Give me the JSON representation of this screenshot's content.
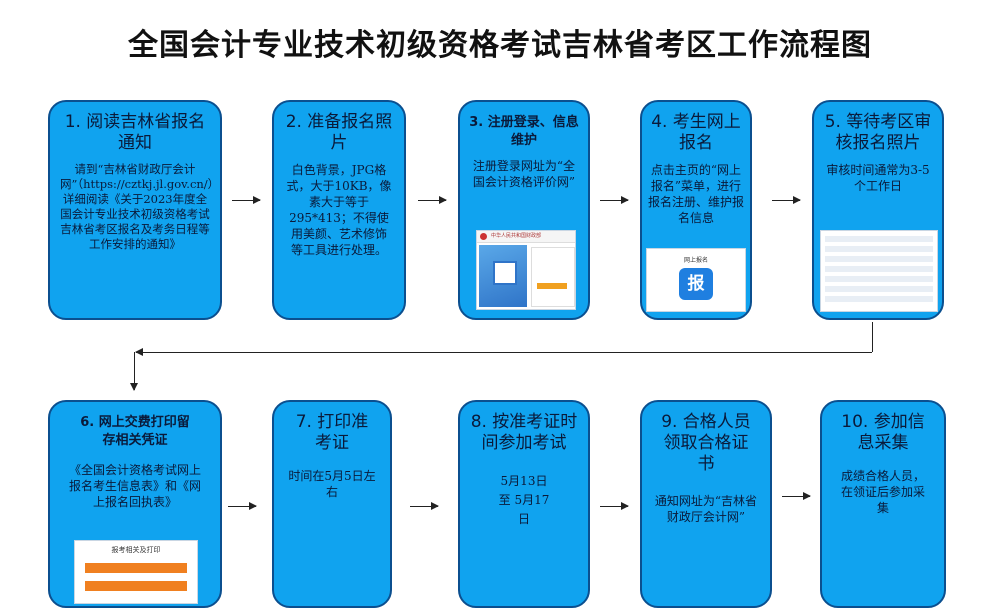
{
  "title": "全国会计专业技术初级资格考试吉林省考区工作流程图",
  "steps": [
    {
      "heading": "1. 阅读吉林省报名通知",
      "body": "请到“吉林省财政厅会计网”（https://cztkj.jl.gov.cn/）详细阅读《关于2023年度全国会计专业技术初级资格考试吉林省考区报名及考务日程等工作安排的通知》"
    },
    {
      "heading": "2. 准备报名照片",
      "body": "白色背景，JPG格式，大于10KB，像素大于等于295*413；不得使用美颜、艺术修饰等工具进行处理。"
    },
    {
      "heading": "3. 注册登录、信息维护",
      "body": "注册登录网址为“全国会计资格评价网”"
    },
    {
      "heading": "4. 考生网上报名",
      "body": "点击主页的“网上报名”菜单，进行报名注册、维护报名信息"
    },
    {
      "heading": "5. 等待考区审核报名照片",
      "body": "审核时间通常为3-5个工作日"
    },
    {
      "heading": "6. 网上交费打印留存相关凭证",
      "body": "《全国会计资格考试网上报名考生信息表》和《网上报名回执表》"
    },
    {
      "heading": "7. 打印准考证",
      "body": "时间在5月5日左右"
    },
    {
      "heading": "8. 按准考证时间参加考试",
      "body": "5月13日 至 5月17日"
    },
    {
      "heading": "9. 合格人员领取合格证书",
      "body": "通知网址为“吉林省财政厅会计网”"
    },
    {
      "heading": "10. 参加信息采集",
      "body": "成绩合格人员，在领证后参加采集"
    }
  ],
  "screenshots": {
    "step3_header": "中华人民共和国财政部",
    "step4_title": "网上报名",
    "step4_icon": "报",
    "step6_title": "报考相关及打印"
  }
}
